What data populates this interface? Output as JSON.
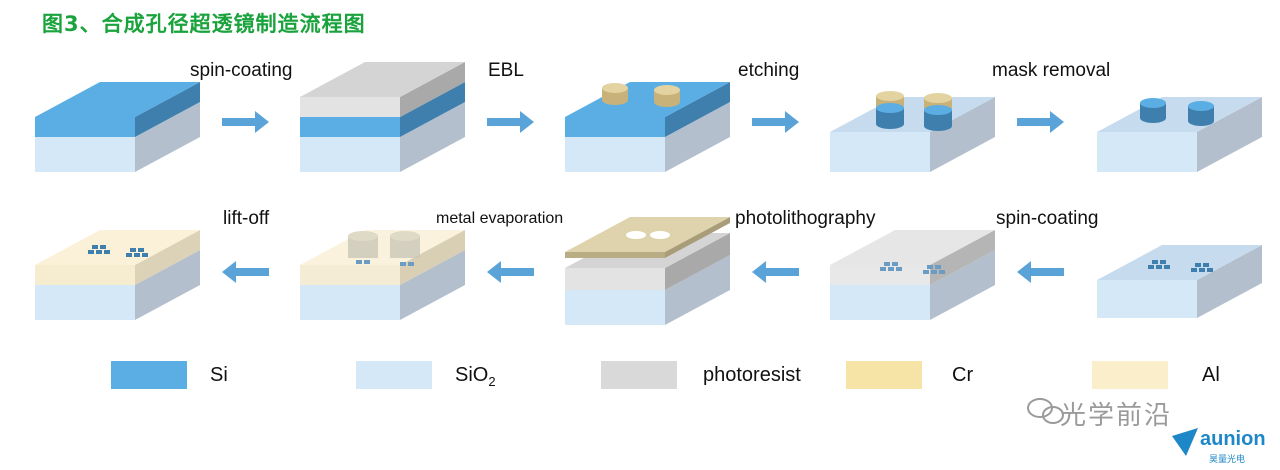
{
  "figure": {
    "title": "图3、合成孔径超透镜制造流程图"
  },
  "steps": {
    "top": [
      "spin-coating",
      "EBL",
      "etching",
      "mask removal"
    ],
    "bottom": [
      "lift-off",
      "metal evaporation",
      "photolithography",
      "spin-coating"
    ]
  },
  "legend": {
    "si": "Si",
    "sio2_main": "SiO",
    "sio2_sub": "2",
    "photoresist": "photoresist",
    "cr": "Cr",
    "al": "Al"
  },
  "colors": {
    "si": "#5aaee3",
    "sio2": "#d4e8f8",
    "photoresist": "#d9d9d9",
    "cr": "#f6e4a6",
    "al": "#faeecb",
    "arrow": "#5aa3d8",
    "title": "#1aa33c"
  },
  "watermark": {
    "text": "光学前沿",
    "brand": "aunion",
    "brand_sub": "昊量光电"
  }
}
